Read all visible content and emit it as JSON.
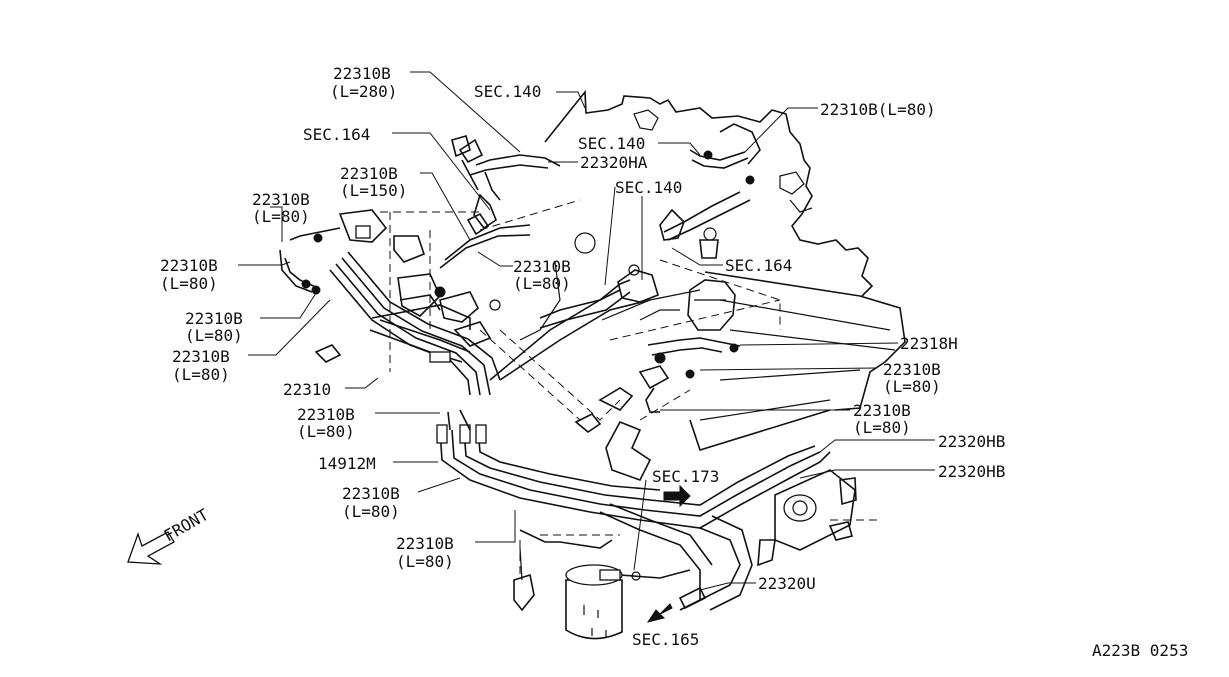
{
  "labels": {
    "l01": "22310B",
    "l01b": "(L=280)",
    "l02": "SEC.140",
    "l03": "22310B(L=80)",
    "l04": "SEC.164",
    "l05": "SEC.140",
    "l06": "22320HA",
    "l07": "22310B",
    "l07b": "(L=150)",
    "l08": "SEC.140",
    "l09": "22310B",
    "l09b": "(L=80)",
    "l10": "22310B",
    "l10b": "(L=80)",
    "l11": "22310B",
    "l11b": "(L=80)",
    "l12": "SEC.164",
    "l13": "22310B",
    "l13b": "(L=80)",
    "l14": "22310B",
    "l14b": "(L=80)",
    "l15": "22318H",
    "l16": "22310",
    "l17": "22310B",
    "l17b": "(L=80)",
    "l18": "22310B",
    "l18b": "(L=80)",
    "l19": "22310B",
    "l19b": "(L=80)",
    "l20": "22320HB",
    "l21": "14912M",
    "l22": "22320HB",
    "l23": "SEC.173",
    "l24": "22310B",
    "l24b": "(L=80)",
    "l25": "22310B",
    "l25b": "(L=80)",
    "l26": "22320U",
    "l27": "SEC.165",
    "front": "FRONT",
    "code": "A223B 0253"
  }
}
